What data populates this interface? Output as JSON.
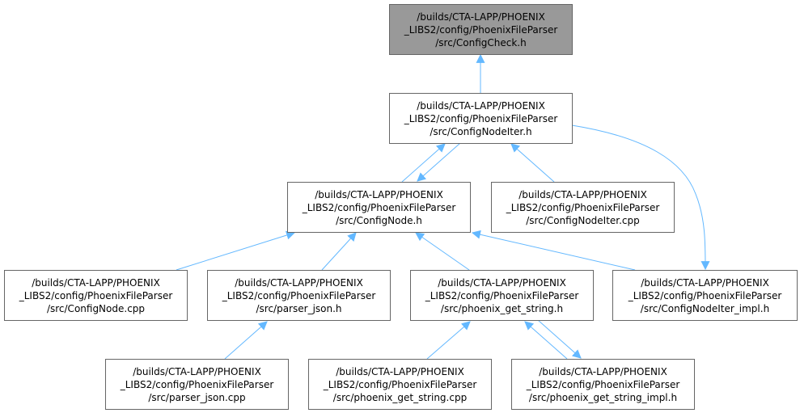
{
  "colors": {
    "edge": "#63b8ff",
    "root_fill": "#999999",
    "border": "#666666"
  },
  "nodes": {
    "config_check_h": {
      "lines": [
        "/builds/CTA-LAPP/PHOENIX",
        "_LIBS2/config/PhoenixFileParser",
        "/src/ConfigCheck.h"
      ]
    },
    "config_node_iter_h": {
      "lines": [
        "/builds/CTA-LAPP/PHOENIX",
        "_LIBS2/config/PhoenixFileParser",
        "/src/ConfigNodeIter.h"
      ]
    },
    "config_node_h": {
      "lines": [
        "/builds/CTA-LAPP/PHOENIX",
        "_LIBS2/config/PhoenixFileParser",
        "/src/ConfigNode.h"
      ]
    },
    "config_node_iter_cpp": {
      "lines": [
        "/builds/CTA-LAPP/PHOENIX",
        "_LIBS2/config/PhoenixFileParser",
        "/src/ConfigNodeIter.cpp"
      ]
    },
    "config_node_cpp": {
      "lines": [
        "/builds/CTA-LAPP/PHOENIX",
        "_LIBS2/config/PhoenixFileParser",
        "/src/ConfigNode.cpp"
      ]
    },
    "parser_json_h": {
      "lines": [
        "/builds/CTA-LAPP/PHOENIX",
        "_LIBS2/config/PhoenixFileParser",
        "/src/parser_json.h"
      ]
    },
    "phoenix_get_string_h": {
      "lines": [
        "/builds/CTA-LAPP/PHOENIX",
        "_LIBS2/config/PhoenixFileParser",
        "/src/phoenix_get_string.h"
      ]
    },
    "config_node_iter_impl_h": {
      "lines": [
        "/builds/CTA-LAPP/PHOENIX",
        "_LIBS2/config/PhoenixFileParser",
        "/src/ConfigNodeIter_impl.h"
      ]
    },
    "parser_json_cpp": {
      "lines": [
        "/builds/CTA-LAPP/PHOENIX",
        "_LIBS2/config/PhoenixFileParser",
        "/src/parser_json.cpp"
      ]
    },
    "phoenix_get_string_cpp": {
      "lines": [
        "/builds/CTA-LAPP/PHOENIX",
        "_LIBS2/config/PhoenixFileParser",
        "/src/phoenix_get_string.cpp"
      ]
    },
    "phoenix_get_string_impl_h": {
      "lines": [
        "/builds/CTA-LAPP/PHOENIX",
        "_LIBS2/config/PhoenixFileParser",
        "/src/phoenix_get_string_impl.h"
      ]
    }
  }
}
